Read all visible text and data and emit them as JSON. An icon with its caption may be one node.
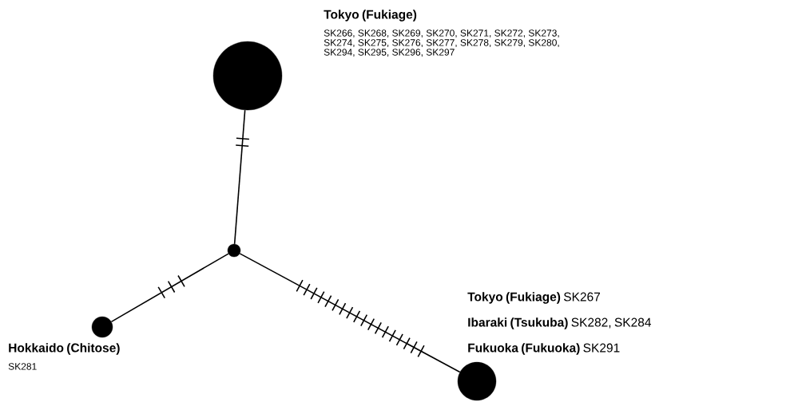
{
  "diagram": {
    "nodes": [
      {
        "text": [],
        "shape": "circle",
        "beside": [
          "Tokyo (Fukiage)",
          "SK266, SK268, SK269, SK270, SK271, SK272, SK273, SK274, SK275, SK276, SK277, SK278, SK279, SK280, SK294, SK295, SK296, SK297"
        ]
      },
      {
        "text": [],
        "shape": "circle"
      },
      {
        "text": [],
        "shape": "circle",
        "beside": [
          "Hokkaido (Chitose)",
          "SK281"
        ]
      },
      {
        "text": [],
        "shape": "circle",
        "beside": [
          "**Tokyo (Fukiage)** SK267",
          "**Ibaraki (Tsukuba)** SK282, SK284",
          "**Fukuoka (Fukuoka)** SK291"
        ]
      }
    ],
    "edges": [
      {
        "from": 0,
        "to": 1,
        "arrow": "none"
      },
      {
        "from": 1,
        "to": 2,
        "arrow": "none"
      },
      {
        "from": 1,
        "to": 3,
        "arrow": "none"
      }
    ]
  }
}
